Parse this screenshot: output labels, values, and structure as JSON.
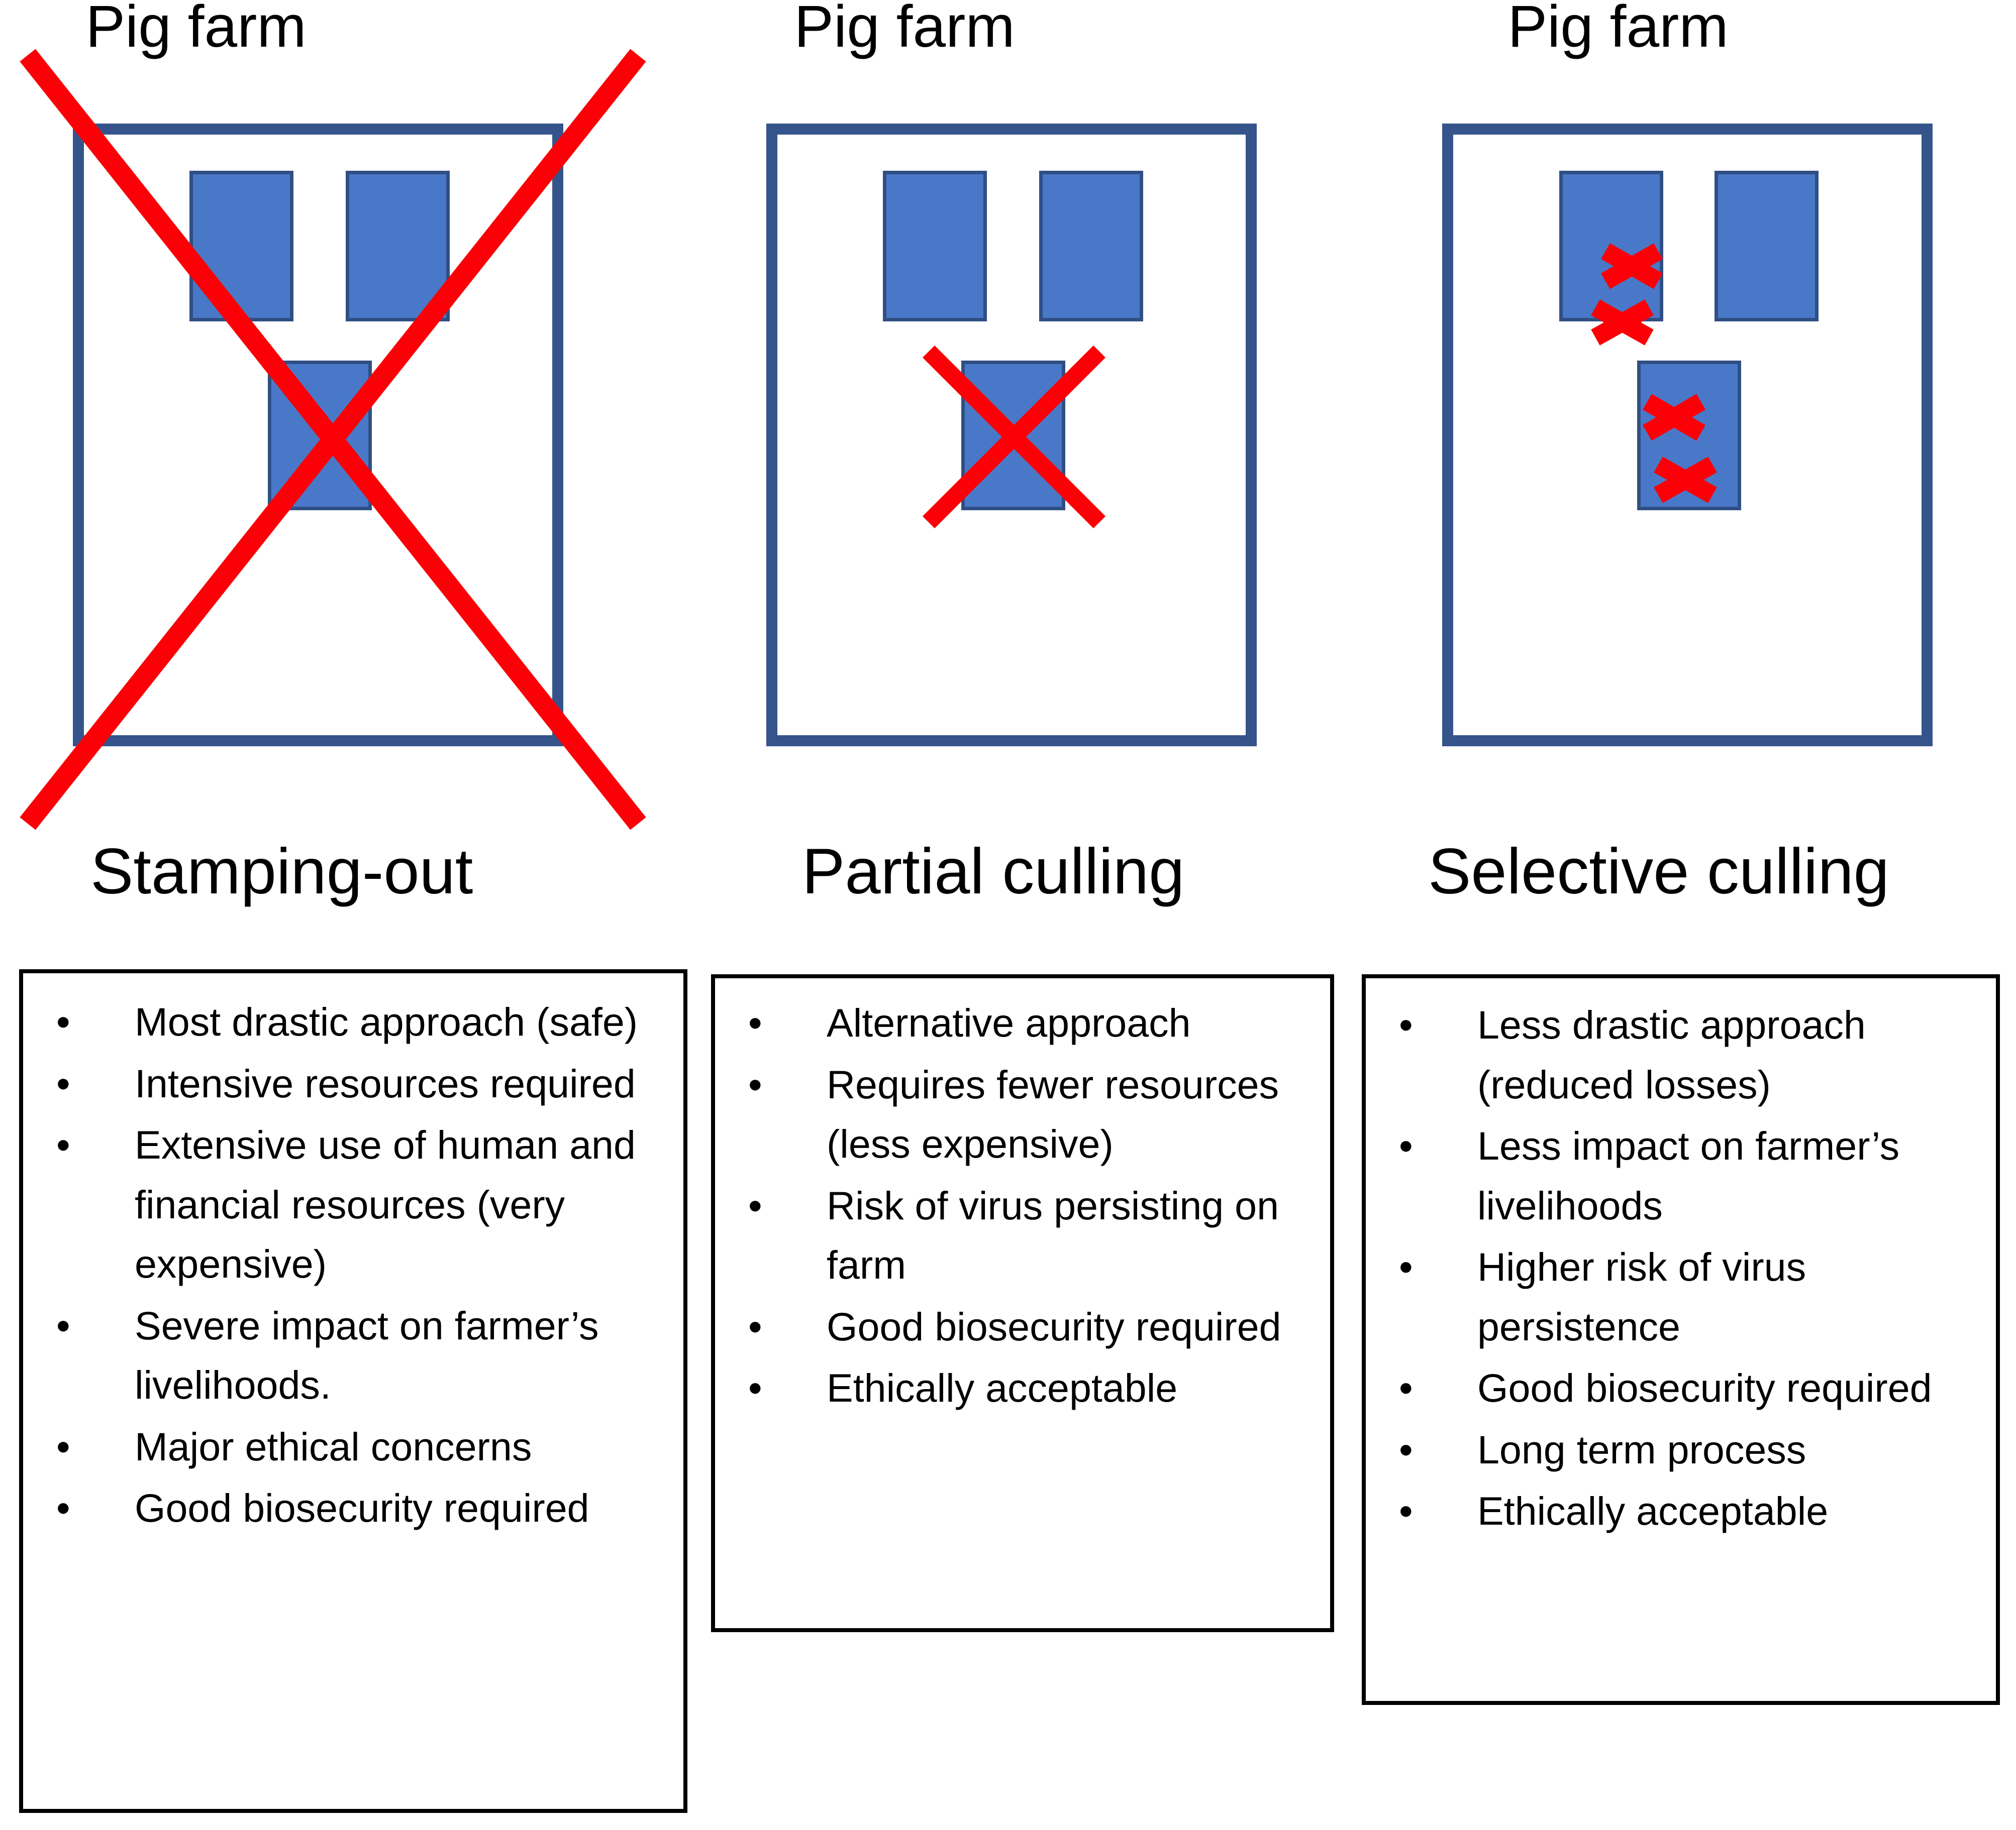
{
  "panels": [
    {
      "farm_title": "Pig farm",
      "approach": "Stamping-out",
      "mark_type": "whole-farm-cross",
      "buildings": 3,
      "bullets": [
        "Most drastic approach (safe)",
        "Intensive resources required",
        "Extensive use of human and financial resources (very expensive)",
        "Severe impact on farmer’s livelihoods.",
        "Major ethical concerns",
        "Good biosecurity required"
      ]
    },
    {
      "farm_title": "Pig farm",
      "approach": "Partial culling",
      "mark_type": "one-building-cross",
      "buildings": 3,
      "bullets": [
        "Alternative approach",
        "Requires fewer resources (less expensive)",
        "Risk of virus persisting on farm",
        "Good biosecurity required",
        "Ethically acceptable"
      ]
    },
    {
      "farm_title": "Pig farm",
      "approach": "Selective culling",
      "mark_type": "individual-animal-crosses",
      "buildings": 3,
      "bullets": [
        "Less drastic approach (reduced losses)",
        "Less impact on farmer’s livelihoods",
        "Higher risk of virus persistence",
        "Good biosecurity required",
        "Long term process",
        "Ethically acceptable"
      ]
    }
  ],
  "bullet_glyph": "•",
  "colors": {
    "farm_border": "#35548c",
    "building_fill": "#4a78c8",
    "building_border": "#2f4f84",
    "mark_red": "#fb0007",
    "box_border": "#000000",
    "background": "#ffffff"
  }
}
